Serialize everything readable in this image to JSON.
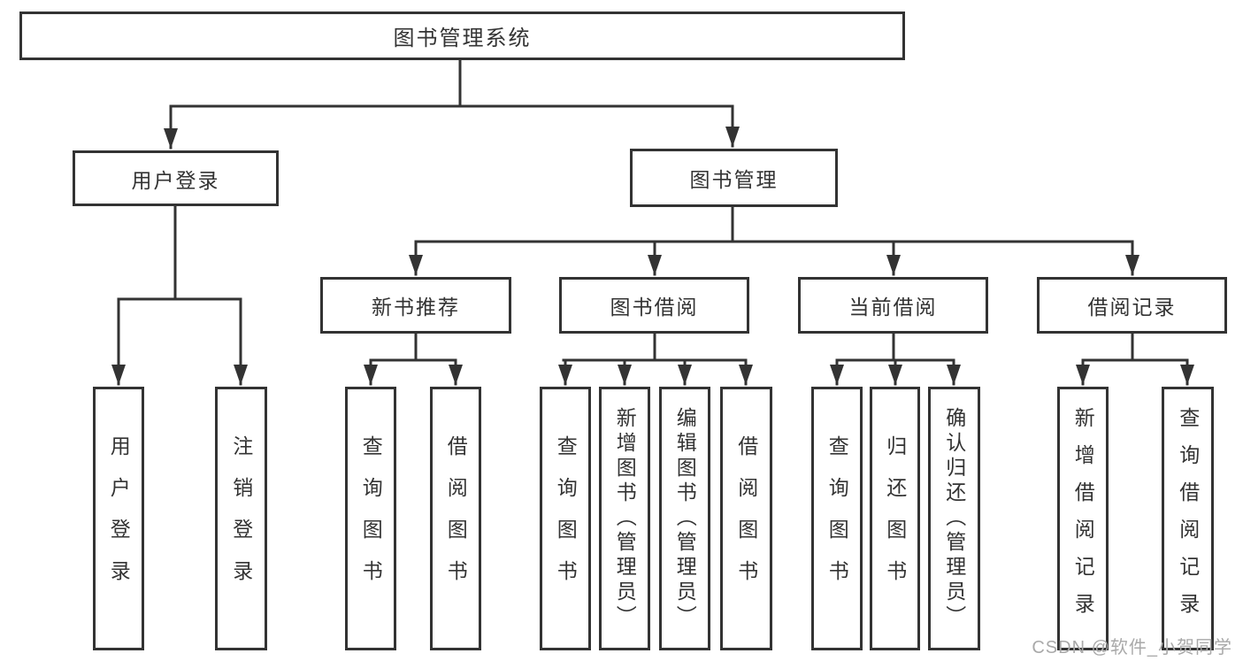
{
  "diagram": {
    "type": "tree",
    "nodes": {
      "root": "图书管理系统",
      "login_branch": "用户登录",
      "book_mgmt": "图书管理",
      "login_user": "用户登录",
      "login_logout": "注销登录",
      "rec": "新书推荐",
      "borrow": "图书借阅",
      "current": "当前借阅",
      "records": "借阅记录",
      "rec_query": "查询图书",
      "rec_borrow": "借阅图书",
      "borrow_query": "查询图书",
      "borrow_add": "新增图书（管理员）",
      "borrow_edit": "编辑图书（管理员）",
      "borrow_do": "借阅图书",
      "current_query": "查询图书",
      "current_return": "归还图书",
      "current_confirm": "确认归还（管理员）",
      "records_add": "新增借阅记录",
      "records_query": "查询借阅记录"
    },
    "hierarchy": {
      "图书管理系统": [
        "用户登录",
        "图书管理"
      ],
      "用户登录": [
        "用户登录",
        "注销登录"
      ],
      "图书管理": [
        "新书推荐",
        "图书借阅",
        "当前借阅",
        "借阅记录"
      ],
      "新书推荐": [
        "查询图书",
        "借阅图书"
      ],
      "图书借阅": [
        "查询图书",
        "新增图书（管理员）",
        "编辑图书（管理员）",
        "借阅图书"
      ],
      "当前借阅": [
        "查询图书",
        "归还图书",
        "确认归还（管理员）"
      ],
      "借阅记录": [
        "新增借阅记录",
        "查询借阅记录"
      ]
    },
    "colors": {
      "line": "#333333",
      "box_border": "#333333",
      "box_fill": "#ffffff",
      "text": "#333333",
      "watermark": "#a9a9a9"
    },
    "watermark": "CSDN @软件_小贺同学"
  }
}
